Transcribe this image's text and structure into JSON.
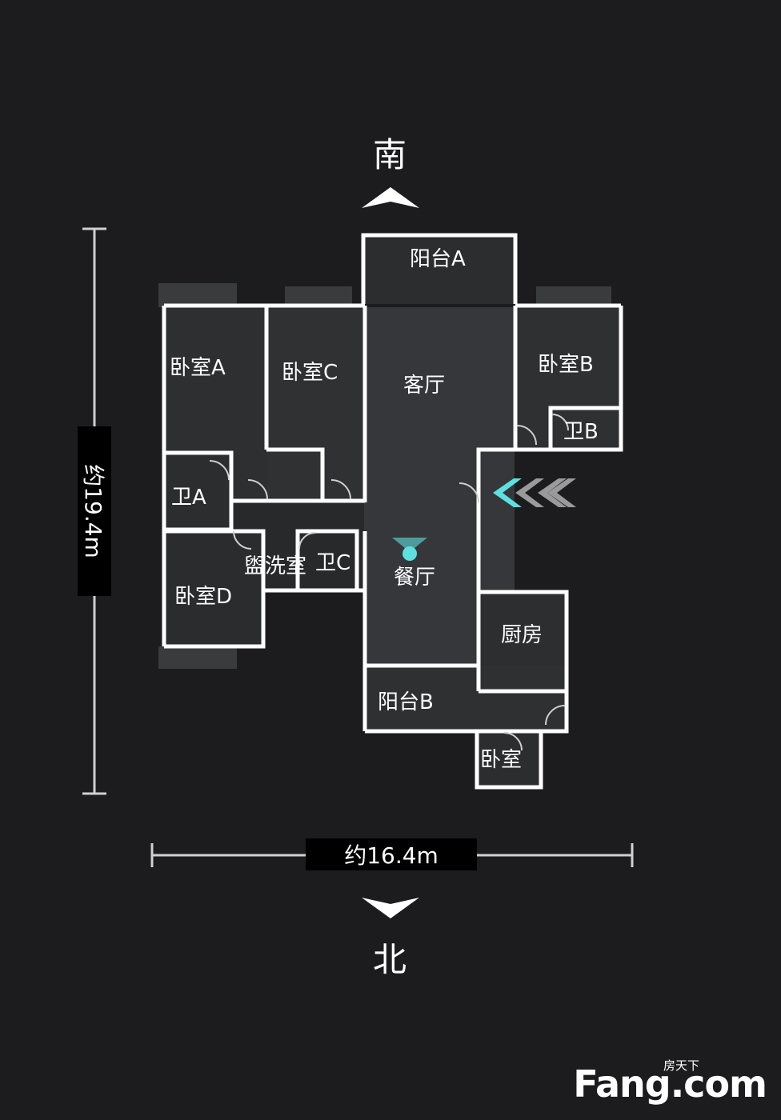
{
  "compass": {
    "south": "南",
    "north": "北"
  },
  "dimensions": {
    "height": "约19.4m",
    "width": "约16.4m"
  },
  "rooms": {
    "balcony_a": "阳台A",
    "bedroom_a": "卧室A",
    "bedroom_c": "卧室C",
    "living_room": "客厅",
    "bedroom_b": "卧室B",
    "bath_b": "卫B",
    "bath_a": "卫A",
    "washroom": "盥洗室",
    "bath_c": "卫C",
    "dining_room": "餐厅",
    "bedroom_d": "卧室D",
    "kitchen": "厨房",
    "balcony_b": "阳台B",
    "bedroom": "卧室"
  },
  "watermark": {
    "small": "房天下",
    "big": "Fang.com"
  },
  "colors": {
    "background": "#1c1c1e",
    "wall": "#ffffff",
    "floor": "#2c2d2f",
    "accent": "#5ee0e0"
  }
}
